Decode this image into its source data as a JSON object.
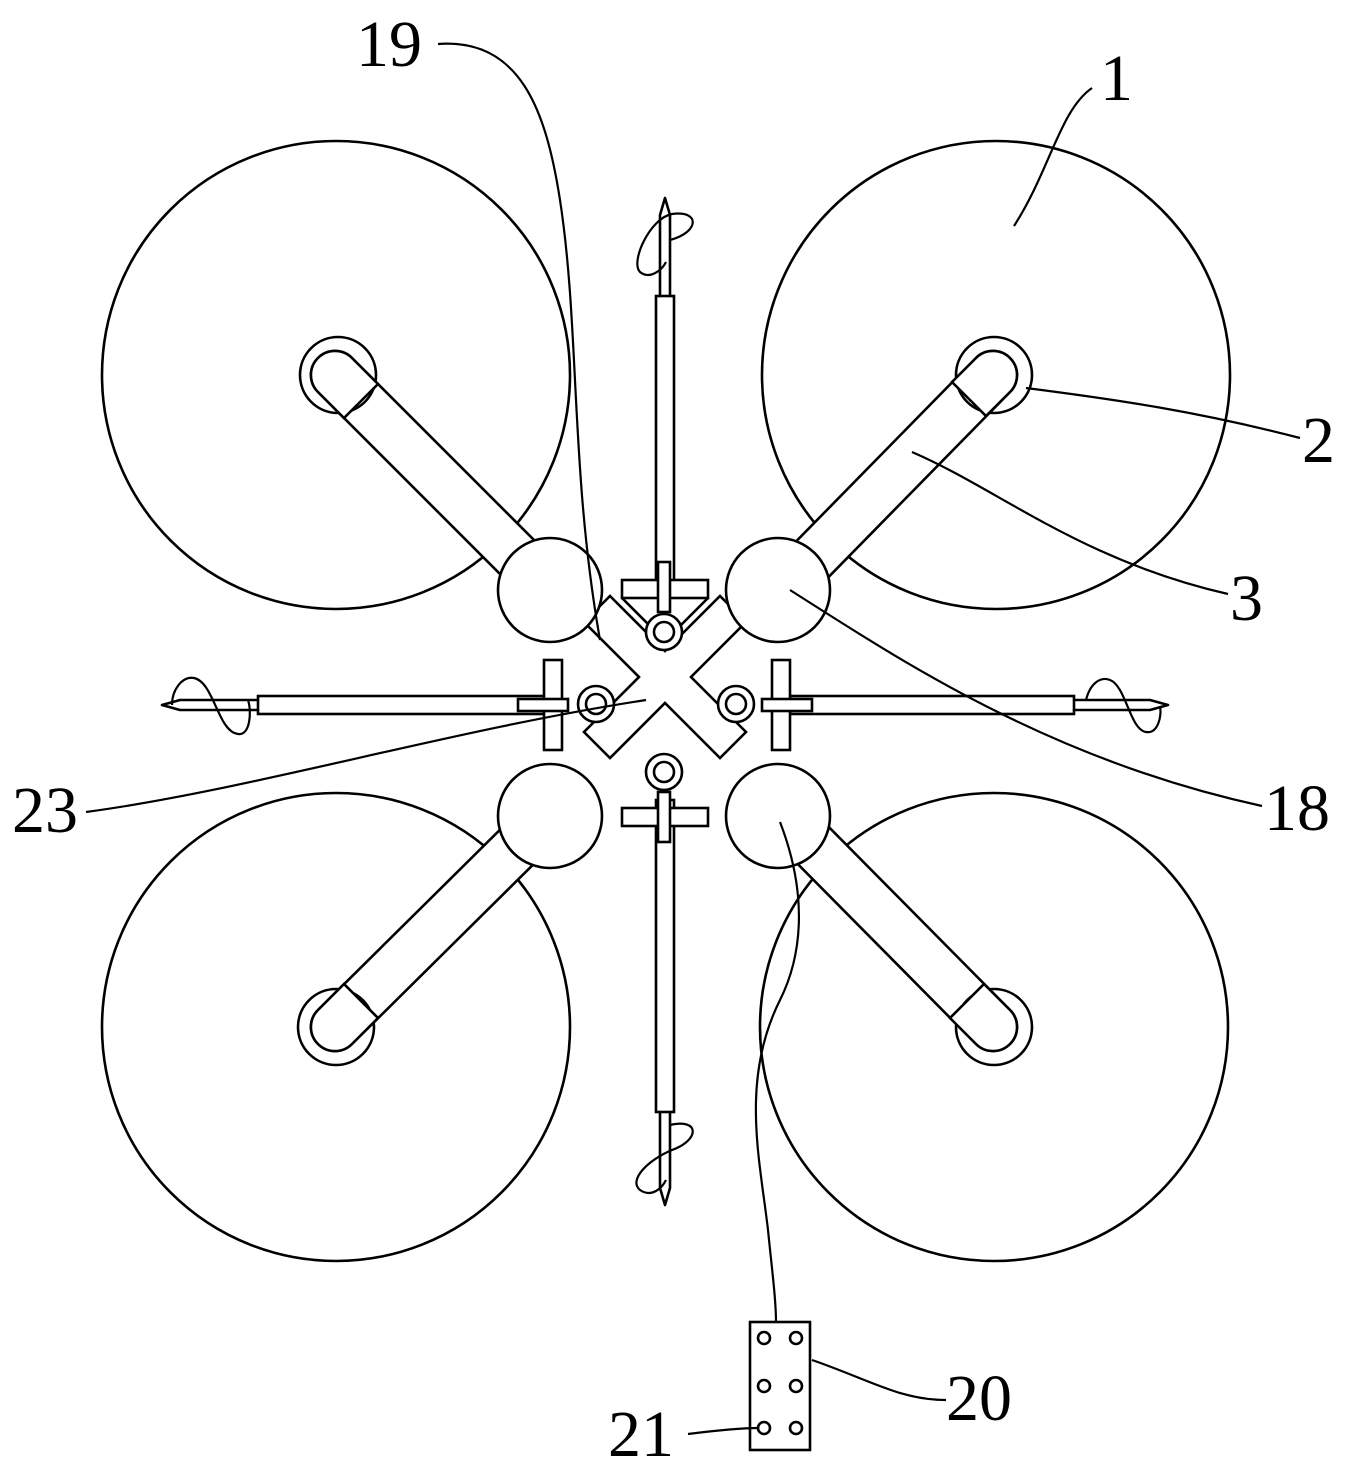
{
  "labels": {
    "l1": "1",
    "l2": "2",
    "l3": "3",
    "l18": "18",
    "l19": "19",
    "l20": "20",
    "l21": "21",
    "l23": "23"
  },
  "colors": {
    "line": "#000000",
    "background": "#ffffff"
  }
}
